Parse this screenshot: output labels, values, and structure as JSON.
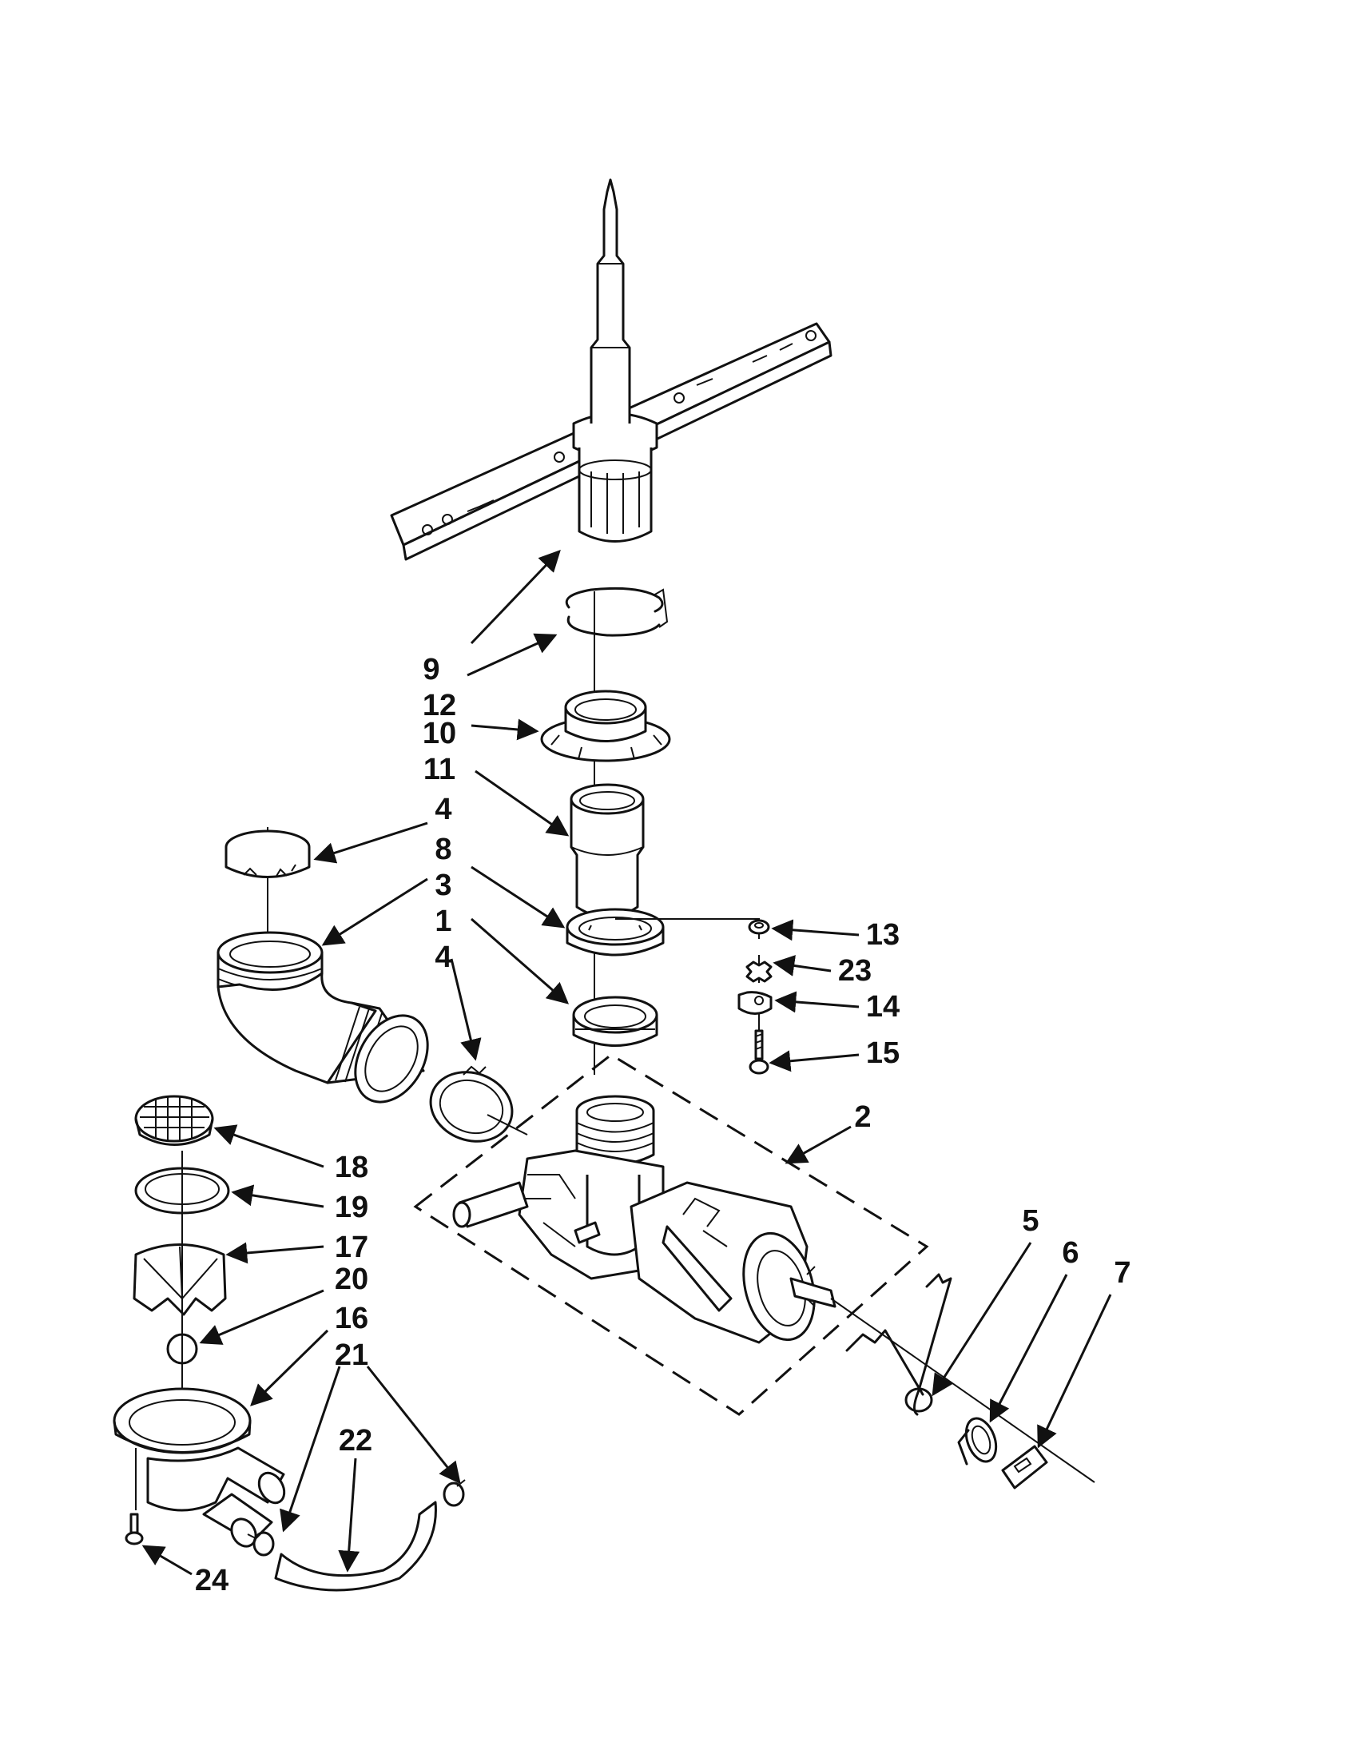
{
  "diagram": {
    "callouts": {
      "c1": "1",
      "c2": "2",
      "c3": "3",
      "c4a": "4",
      "c4b": "4",
      "c5": "5",
      "c6": "6",
      "c7": "7",
      "c8": "8",
      "c9": "9",
      "c10": "10",
      "c11": "11",
      "c12": "12",
      "c13": "13",
      "c14": "14",
      "c15": "15",
      "c16": "16",
      "c17": "17",
      "c18": "18",
      "c19": "19",
      "c20": "20",
      "c21": "21",
      "c22": "22",
      "c23": "23",
      "c24": "24"
    }
  }
}
